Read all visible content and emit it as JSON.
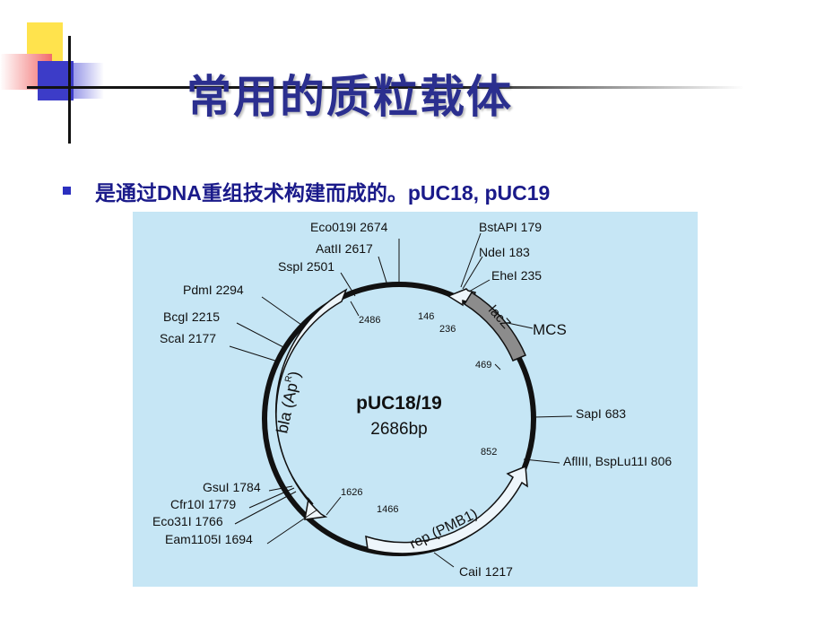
{
  "slide": {
    "title": "常用的质粒载体",
    "bullet": "是通过DNA重组技术构建而成的。pUC18, pUC19"
  },
  "plasmid": {
    "name": "pUC18/19",
    "size": "2686bp",
    "segments": {
      "bla": "bla (Ap",
      "bla_sup": "R",
      "bla_close": ")",
      "lacz": "lacZ",
      "mcs": "MCS",
      "rep": "rep (PMB1)"
    },
    "positions": {
      "p2486": "2486",
      "p146": "146",
      "p236": "236",
      "p469": "469",
      "p852": "852",
      "p1466": "1466",
      "p1626": "1626"
    },
    "sites": {
      "eco0191": "Eco019I  2674",
      "aatii": "AatII  2617",
      "sspi": "SspI  2501",
      "pdmi": "PdmI  2294",
      "bcgi": "BcgI  2215",
      "scai": "ScaI  2177",
      "gsui": "GsuI  1784",
      "cfr10i": "Cfr10I  1779",
      "eco31i": "Eco31I  1766",
      "eam1105i": "Eam1105I  1694",
      "cail": "CaiI  1217",
      "bstapi": "BstAPI  179",
      "ndei": "NdeI  183",
      "ehei": "EheI  235",
      "sapi": "SapI  683",
      "aflll": "AflIII, BspLu11I  806"
    },
    "colors": {
      "background": "#c6e6f5",
      "backbone": "#111111",
      "lacz_fill": "#8c8c8c",
      "arrow_fill": "#eef6fb"
    }
  }
}
